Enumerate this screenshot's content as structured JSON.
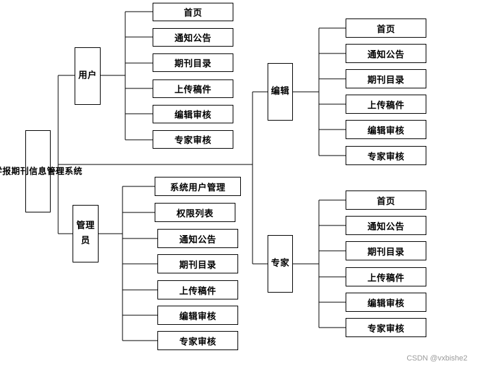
{
  "root": "学报期刊信息管理系统",
  "user": {
    "label": "用户",
    "items": [
      "首页",
      "通知公告",
      "期刊目录",
      "上传稿件",
      "编辑审核",
      "专家审核"
    ]
  },
  "admin": {
    "label": "管理员",
    "items": [
      "系统用户管理",
      "权限列表",
      "通知公告",
      "期刊目录",
      "上传稿件",
      "编辑审核",
      "专家审核"
    ]
  },
  "editor": {
    "label": "编辑",
    "items": [
      "首页",
      "通知公告",
      "期刊目录",
      "上传稿件",
      "编辑审核",
      "专家审核"
    ]
  },
  "expert": {
    "label": "专家",
    "items": [
      "首页",
      "通知公告",
      "期刊目录",
      "上传稿件",
      "编辑审核",
      "专家审核"
    ]
  },
  "watermark": "CSDN @vxbishe2"
}
